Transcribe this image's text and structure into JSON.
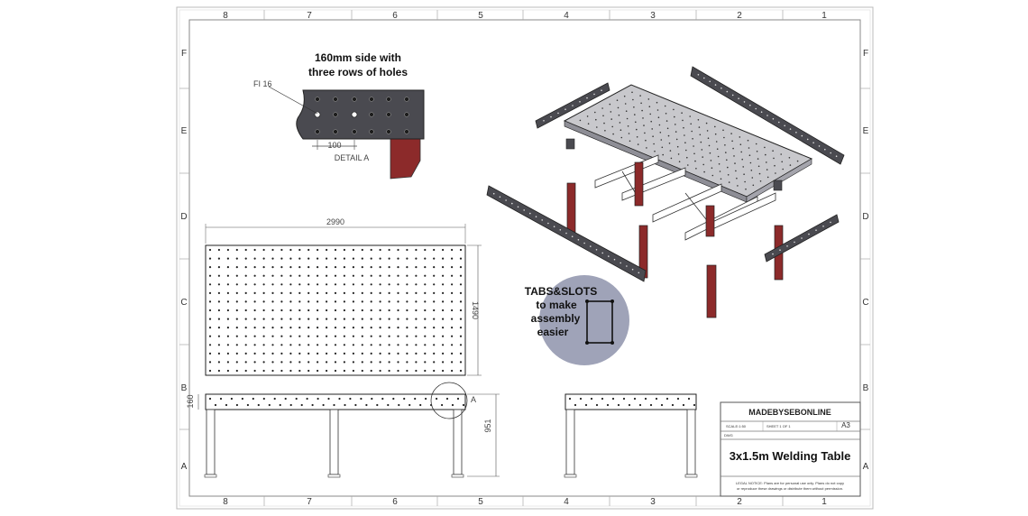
{
  "border": {
    "columns": [
      "8",
      "7",
      "6",
      "5",
      "4",
      "3",
      "2",
      "1"
    ],
    "rows": [
      "F",
      "E",
      "D",
      "C",
      "B",
      "A"
    ]
  },
  "detail": {
    "note_line1": "160mm side with",
    "note_line2": "three rows of holes",
    "hole_label": "FI 16",
    "pitch": "100",
    "caption": "DETAIL A"
  },
  "top_view": {
    "length": "2990",
    "width": "1490"
  },
  "front_view": {
    "side_height": "160",
    "total_height": "951",
    "detail_marker": "A"
  },
  "callout": {
    "lines": [
      "TABS&SLOTS",
      "to make",
      "assembly",
      "easier"
    ]
  },
  "title_block": {
    "company": "MADEBYSEBONLINE",
    "scale_label": "SCALE:1:50",
    "sheet_label": "SHEET 1 OF 1",
    "size": "A3",
    "dwg_label": "DWG",
    "title": "3x1.5m Welding Table",
    "legal_line1": "LEGAL NOTICE: Plans are for personal use only. Plans do not copy",
    "legal_line2": "or reproduce these drawings or distribute them without permission."
  },
  "colors": {
    "leg": "#8c2a2a",
    "line": "#222222",
    "panel": "#c8c8cc",
    "callout_bg": "#9fa3b8"
  }
}
